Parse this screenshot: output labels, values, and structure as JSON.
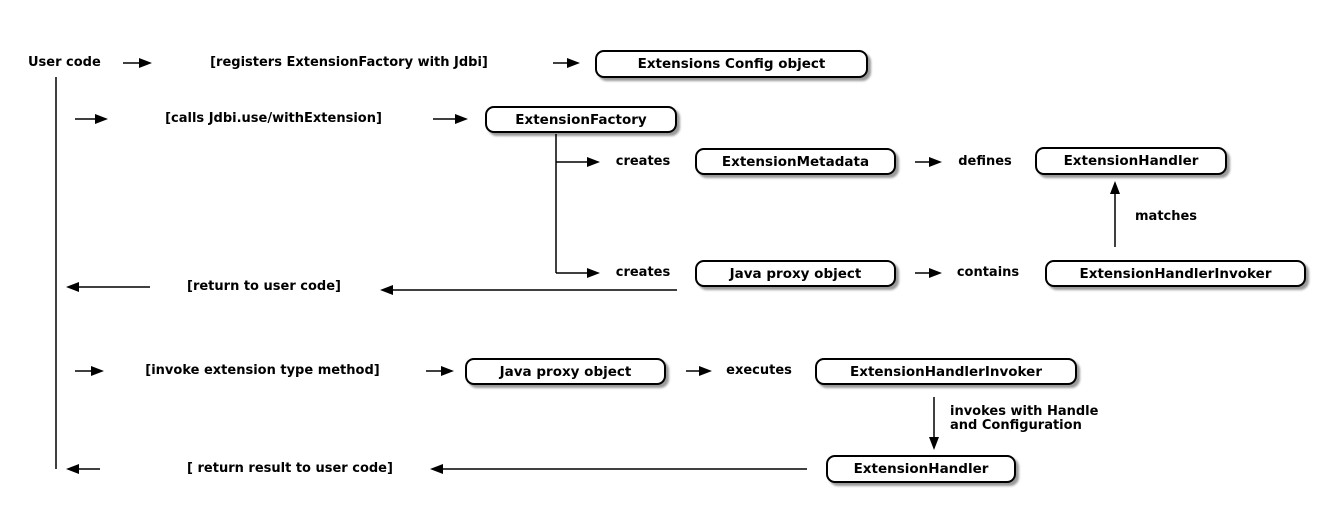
{
  "diagram": {
    "actor_label": "User code",
    "edge_labels": {
      "registers": "[registers ExtensionFactory with Jdbi]",
      "calls": "[calls Jdbi.use/withExtension]",
      "creates_metadata": "creates",
      "defines": "defines",
      "matches": "matches",
      "creates_proxy": "creates",
      "contains": "contains",
      "return_to_user": "[return to user code]",
      "invoke_method": "[invoke extension type method]",
      "executes": "executes",
      "invokes_line1": "invokes with Handle",
      "invokes_line2": "and Configuration",
      "return_result": "[ return result to user code]"
    },
    "nodes": {
      "extensions_config": "Extensions Config object",
      "extension_factory": "ExtensionFactory",
      "extension_metadata": "ExtensionMetadata",
      "extension_handler": "ExtensionHandler",
      "java_proxy": "Java proxy object",
      "extension_handler_invoker": "ExtensionHandlerInvoker",
      "java_proxy_2": "Java proxy object",
      "extension_handler_invoker_2": "ExtensionHandlerInvoker",
      "extension_handler_2": "ExtensionHandler"
    },
    "colors": {
      "background": "#ffffff",
      "line": "#000000",
      "box_fill": "#ffffff",
      "box_border": "#000000",
      "text": "#000000"
    }
  }
}
